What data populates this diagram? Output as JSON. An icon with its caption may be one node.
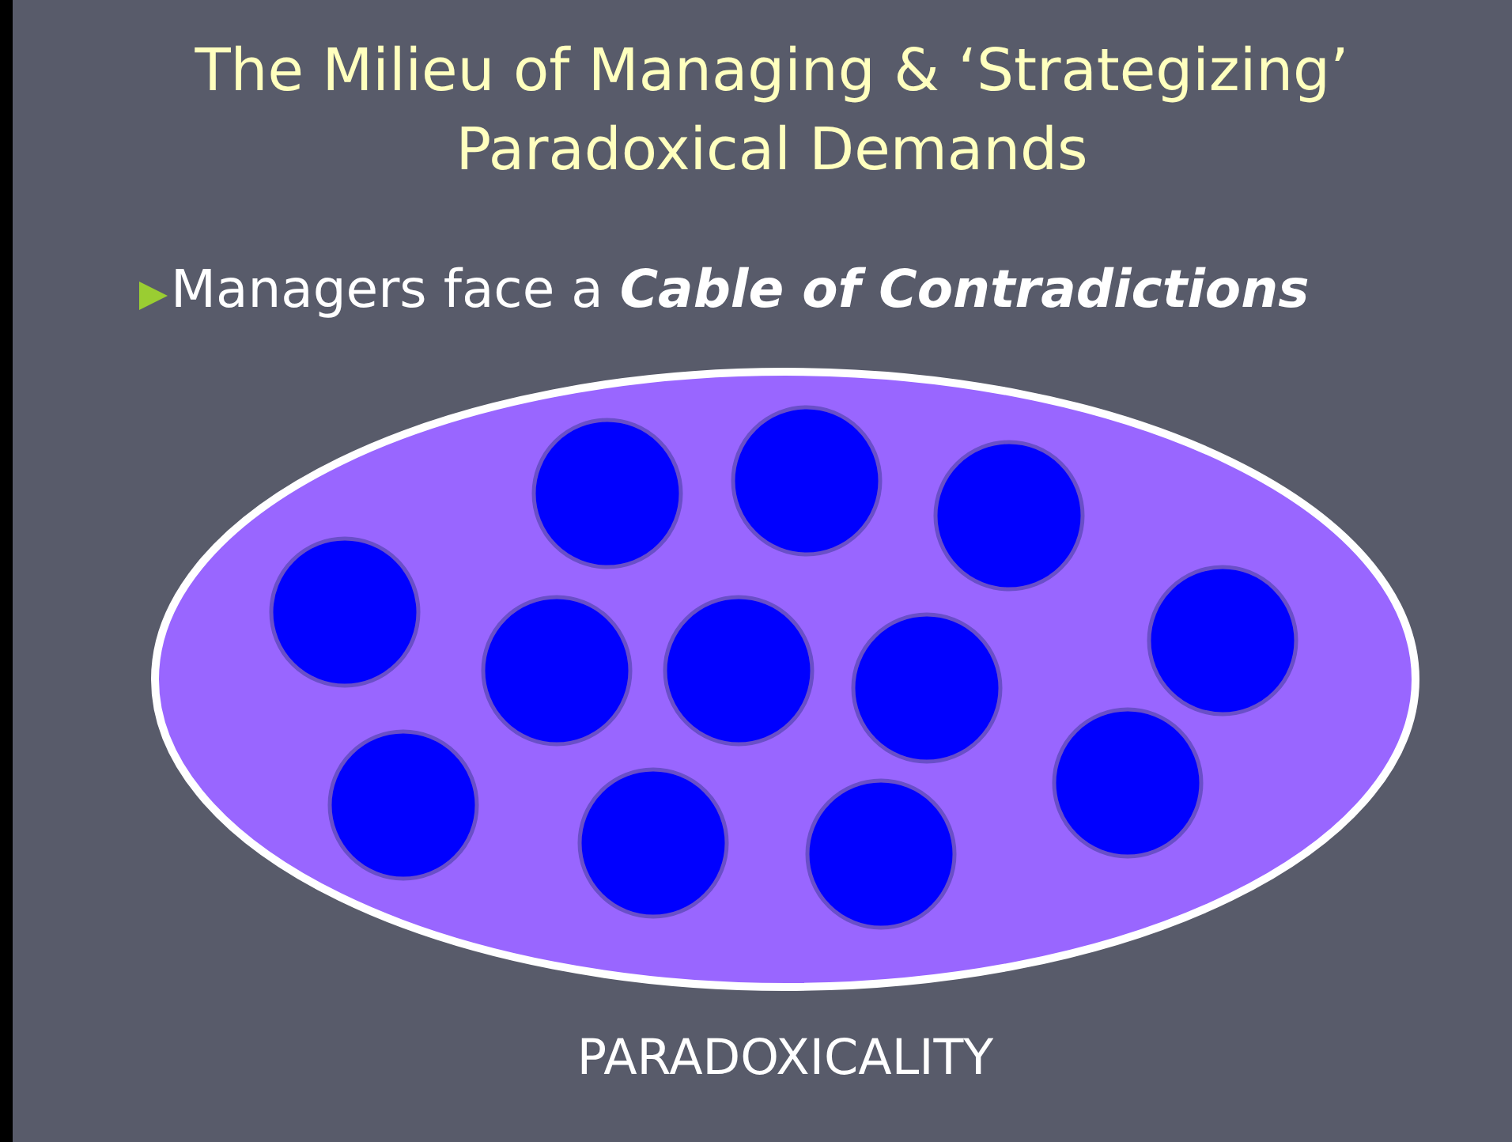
{
  "diagram": {
    "title": "The Milieu of Managing & ‘Strategizing’ Paradoxical Demands",
    "nodes": [
      {
        "text": [],
        "shape": "ellipse",
        "beside": [
          "PARADOXICALITY"
        ]
      },
      {
        "text": [],
        "shape": "circle",
        "in": 0
      },
      {
        "text": [],
        "shape": "circle",
        "in": 0
      },
      {
        "text": [],
        "shape": "circle",
        "in": 0
      },
      {
        "text": [],
        "shape": "circle",
        "in": 0
      },
      {
        "text": [],
        "shape": "circle",
        "in": 0
      },
      {
        "text": [],
        "shape": "circle",
        "in": 0
      },
      {
        "text": [],
        "shape": "circle",
        "in": 0
      },
      {
        "text": [],
        "shape": "circle",
        "in": 0
      },
      {
        "text": [],
        "shape": "circle",
        "in": 0
      },
      {
        "text": [],
        "shape": "circle",
        "in": 0
      },
      {
        "text": [],
        "shape": "circle",
        "in": 0
      },
      {
        "text": [],
        "shape": "circle",
        "in": 0
      }
    ],
    "edges": [],
    "labels": [
      "Managers face a **Cable of Contradictions**"
    ]
  }
}
